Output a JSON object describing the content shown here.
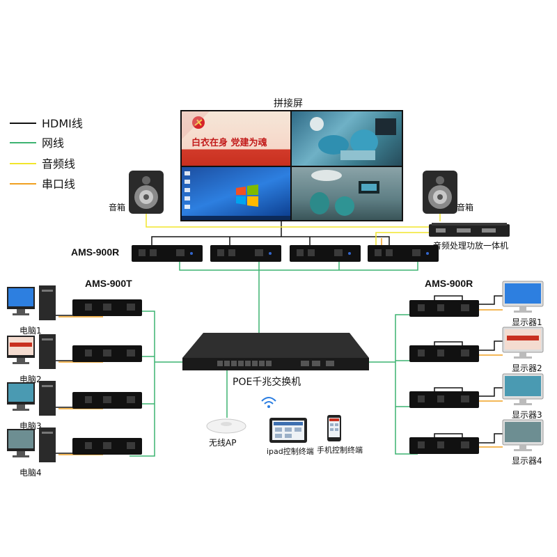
{
  "legend": [
    {
      "label": "HDMI线",
      "color": "#111111"
    },
    {
      "label": "网线",
      "color": "#3cb371"
    },
    {
      "label": "音频线",
      "color": "#f2e52b"
    },
    {
      "label": "串口线",
      "color": "#f0a020"
    }
  ],
  "wall": {
    "title": "拼接屏",
    "banner_text": "白衣在身 党建为魂"
  },
  "speakers": {
    "left_label": "音箱",
    "right_label": "音箱"
  },
  "amp_label": "音频处理功放一体机",
  "top_decoders_label": "AMS-900R",
  "encoders_label": "AMS-900T",
  "right_decoders_label": "AMS-900R",
  "computers": [
    "电脑1",
    "电脑2",
    "电脑3",
    "电脑4"
  ],
  "displays": [
    "显示器1",
    "显示器2",
    "显示器3",
    "显示器4"
  ],
  "switch_label": "POE千兆交换机",
  "wifi_ap_label": "无线AP",
  "ipad_label": "ipad控制终端",
  "phone_label": "手机控制终端"
}
